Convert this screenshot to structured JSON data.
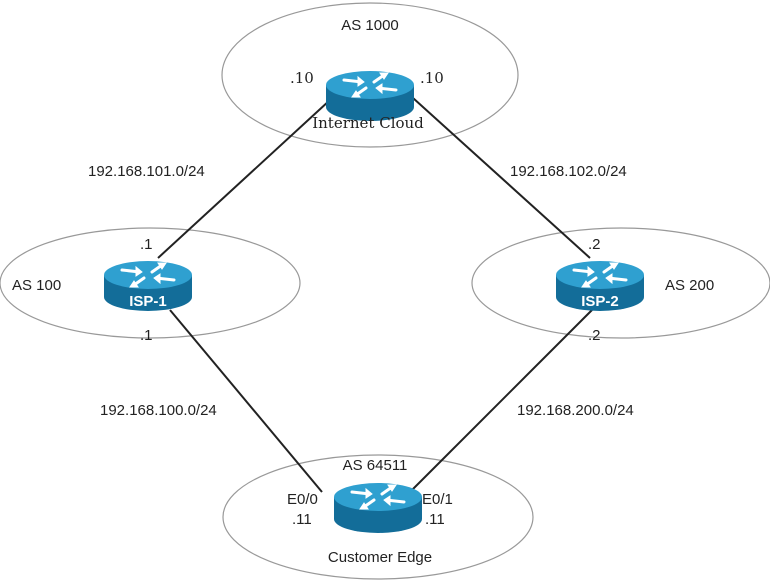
{
  "colors": {
    "router": "#1a86b8",
    "router_top": "#2fa0d0",
    "router_side": "#136d99",
    "ellipse": "#888888",
    "link": "#222222"
  },
  "as_zones": [
    {
      "id": "as1000",
      "label": "AS 1000"
    },
    {
      "id": "as100",
      "label": "AS 100"
    },
    {
      "id": "as200",
      "label": "AS 200"
    },
    {
      "id": "as64511",
      "label": "AS 64511"
    }
  ],
  "routers": [
    {
      "id": "internet-cloud",
      "label": "Internet Cloud",
      "icon": "router-icon"
    },
    {
      "id": "isp-1",
      "label": "ISP-1",
      "icon": "router-icon"
    },
    {
      "id": "isp-2",
      "label": "ISP-2",
      "icon": "router-icon"
    },
    {
      "id": "customer-edge",
      "label": "Customer Edge",
      "icon": "router-icon"
    }
  ],
  "links": [
    {
      "subnet": "192.168.101.0/24",
      "a_addr": ".10",
      "b_addr": ".1"
    },
    {
      "subnet": "192.168.102.0/24",
      "a_addr": ".10",
      "b_addr": ".2"
    },
    {
      "subnet": "192.168.100.0/24",
      "a_addr": ".1",
      "b_if": "E0/0",
      "b_addr": ".11"
    },
    {
      "subnet": "192.168.200.0/24",
      "a_addr": ".2",
      "b_if": "E0/1",
      "b_addr": ".11"
    }
  ]
}
